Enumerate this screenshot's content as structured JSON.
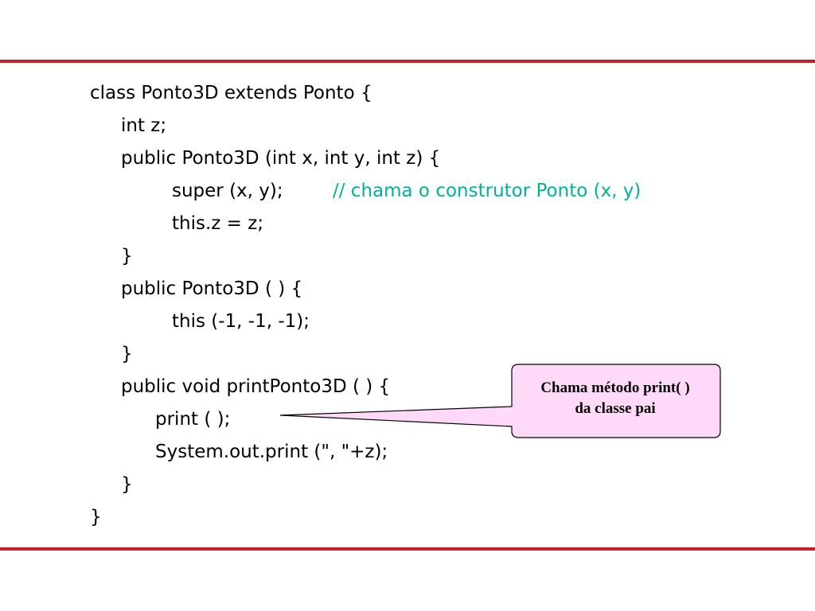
{
  "code": {
    "lines": [
      "class Ponto3D extends Ponto {",
      "int z;",
      "public Ponto3D (int x, int y, int z) {",
      "super (x, y);",
      "this.z = z;",
      "}",
      "public Ponto3D ( ) {",
      "this (-1, -1, -1);",
      "}",
      "public void printPonto3D ( ) {",
      "print ( );",
      "System.out.print (\", \"+z);",
      "}",
      "}"
    ],
    "comment": "// chama o construtor Ponto (x, y)"
  },
  "callout": {
    "line1": "Chama método print( )",
    "line2": "da classe pai"
  },
  "colors": {
    "rule": "#c81e28",
    "comment": "#00b0a0",
    "callout_fill": "#ffd9f7"
  }
}
